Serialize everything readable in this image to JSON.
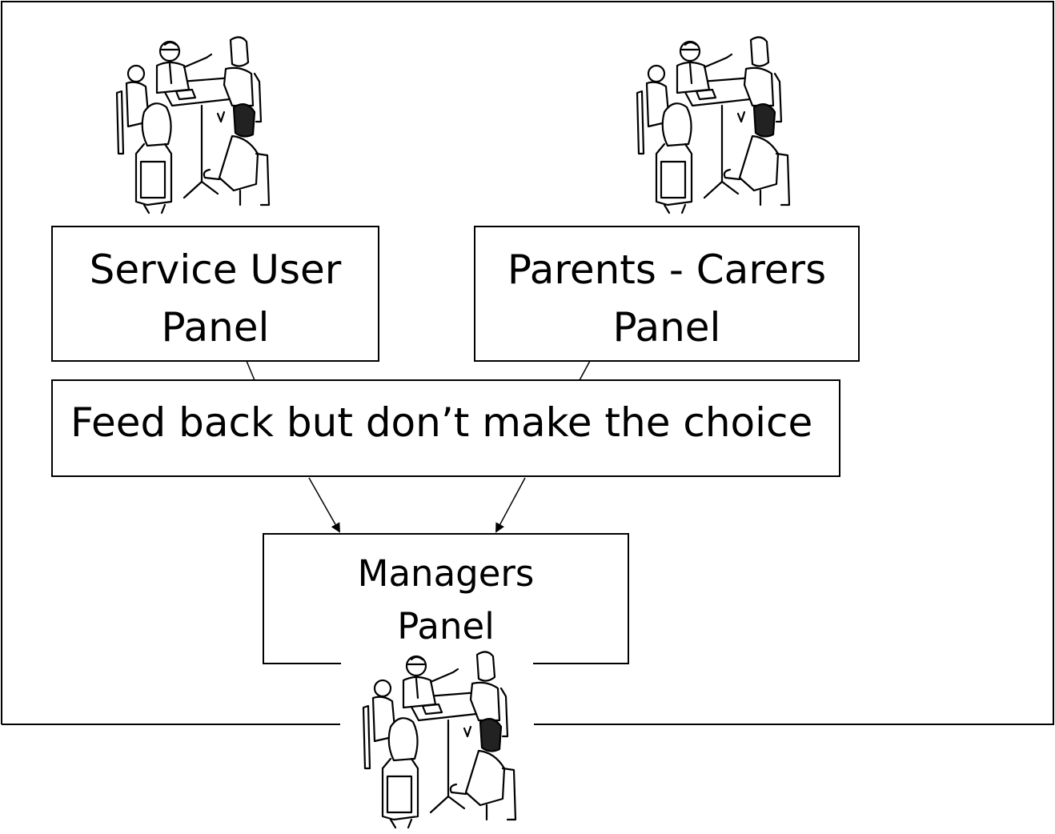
{
  "panels": {
    "service_user": {
      "line1": "Service User",
      "line2": "Panel"
    },
    "parents_carers": {
      "line1": "Parents - Carers",
      "line2": "Panel"
    },
    "feedback": {
      "text": "Feed back but don’t make the choice"
    },
    "managers": {
      "line1": "Managers",
      "line2": "Panel"
    }
  },
  "icons": {
    "meeting": "meeting-clipart-icon"
  },
  "colors": {
    "ink": "#000000",
    "paper": "#ffffff"
  }
}
